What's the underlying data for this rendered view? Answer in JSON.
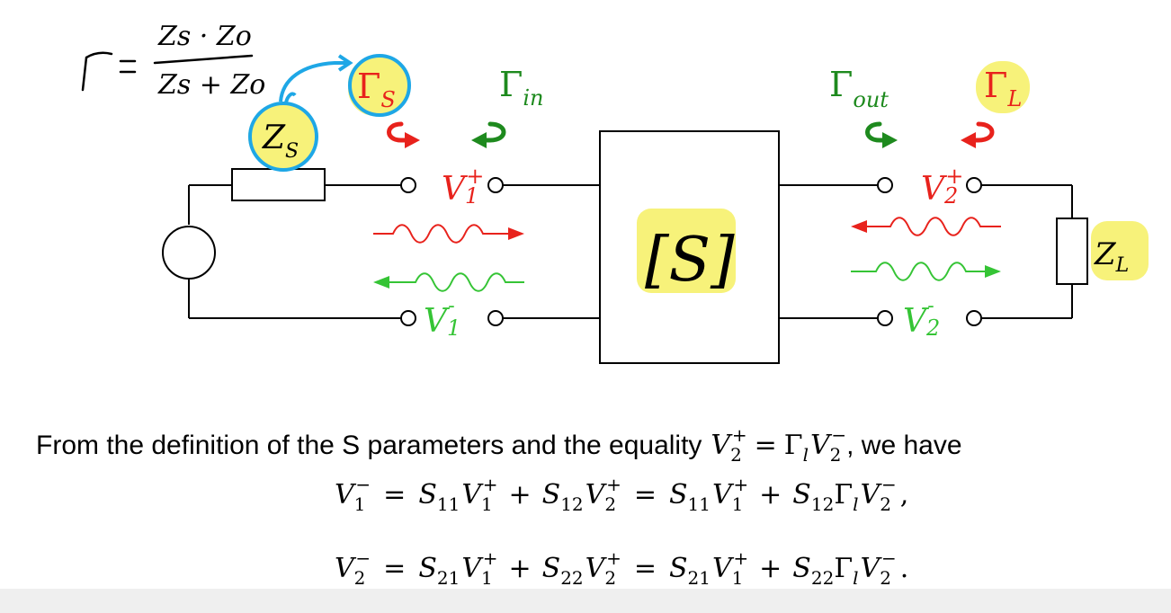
{
  "diagram": {
    "labels": {
      "gamma_s": "Γ",
      "gamma_s_sub": "S",
      "gamma_in": "Γ",
      "gamma_in_sub": "in",
      "gamma_out": "Γ",
      "gamma_out_sub": "out",
      "gamma_l": "Γ",
      "gamma_l_sub": "L",
      "z_s": "Z",
      "z_s_sub": "S",
      "z_l": "Z",
      "z_l_sub": "L",
      "s_matrix": "[S]",
      "v1_plus": "V",
      "v1_plus_sub": "1",
      "v1_plus_sup": "+",
      "v1_minus": "V",
      "v1_minus_sub": "1",
      "v1_minus_sup": "-",
      "v2_plus": "V",
      "v2_plus_sub": "2",
      "v2_plus_sup": "+",
      "v2_minus": "V",
      "v2_minus_sub": "2",
      "v2_minus_sup": "-"
    },
    "handwritten_note": {
      "gamma": "Γ",
      "eq": "=",
      "numerator": "Zs · Zo",
      "denominator": "Zs + Zo"
    },
    "colors": {
      "red": "#e8221c",
      "dark_green": "#1e8a1e",
      "light_green": "#35c435",
      "highlight": "#f7f27a",
      "pen": "#1ea7e6",
      "ink": "#000000"
    }
  },
  "text": {
    "intro_prefix": "From the definition of the S parameters and the equality",
    "intro_suffix": ", we have",
    "eq_inline": {
      "v": "V",
      "sub": "2",
      "sup": "+",
      "eq": "=",
      "gamma": "Γ",
      "gamma_sub": "l",
      "v2": "V",
      "v2_sub": "2",
      "v2_sup": "−"
    },
    "equation1": {
      "lhs": "V",
      "lhs_sub": "1",
      "lhs_sup": "−",
      "eq1": "=",
      "t1": "S",
      "t1_sub": "11",
      "t1_v": "V",
      "t1_v_sub": "1",
      "t1_v_sup": "+",
      "plus1": "+",
      "t2": "S",
      "t2_sub": "12",
      "t2_v": "V",
      "t2_v_sub": "2",
      "t2_v_sup": "+",
      "eq2": "=",
      "t3": "S",
      "t3_sub": "11",
      "t3_v": "V",
      "t3_v_sub": "1",
      "t3_v_sup": "+",
      "plus2": "+",
      "t4": "S",
      "t4_sub": "12",
      "t4_g": "Γ",
      "t4_g_sub": "l",
      "t4_v": "V",
      "t4_v_sub": "2",
      "t4_v_sup": "−",
      "end": ","
    },
    "equation2": {
      "lhs": "V",
      "lhs_sub": "2",
      "lhs_sup": "−",
      "eq1": "=",
      "t1": "S",
      "t1_sub": "21",
      "t1_v": "V",
      "t1_v_sub": "1",
      "t1_v_sup": "+",
      "plus1": "+",
      "t2": "S",
      "t2_sub": "22",
      "t2_v": "V",
      "t2_v_sub": "2",
      "t2_v_sup": "+",
      "eq2": "=",
      "t3": "S",
      "t3_sub": "21",
      "t3_v": "V",
      "t3_v_sub": "1",
      "t3_v_sup": "+",
      "plus2": "+",
      "t4": "S",
      "t4_sub": "22",
      "t4_g": "Γ",
      "t4_g_sub": "l",
      "t4_v": "V",
      "t4_v_sub": "2",
      "t4_v_sup": "−",
      "end": "."
    }
  }
}
